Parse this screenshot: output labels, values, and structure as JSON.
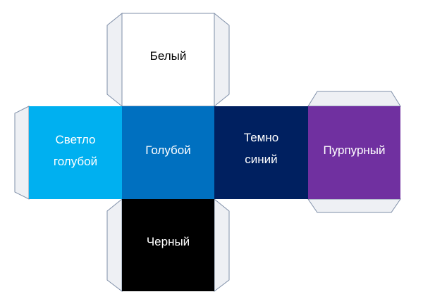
{
  "faces": {
    "white": {
      "label": "Белый",
      "fill": "#ffffff",
      "text_color": "#000000"
    },
    "light_blue": {
      "label": "Светло\nголубой",
      "fill": "#00b0f0",
      "text_color": "#ffffff"
    },
    "blue": {
      "label": "Голубой",
      "fill": "#0070c0",
      "text_color": "#ffffff"
    },
    "dark_blue": {
      "label": "Темно\nсиний",
      "fill": "#002060",
      "text_color": "#ffffff"
    },
    "purple": {
      "label": "Пурпурный",
      "fill": "#7030a0",
      "text_color": "#ffffff"
    },
    "black": {
      "label": "Черный",
      "fill": "#000000",
      "text_color": "#ffffff"
    }
  },
  "colors": {
    "tab_fill": "#eef0f4",
    "outline": "#7f8fa8"
  }
}
